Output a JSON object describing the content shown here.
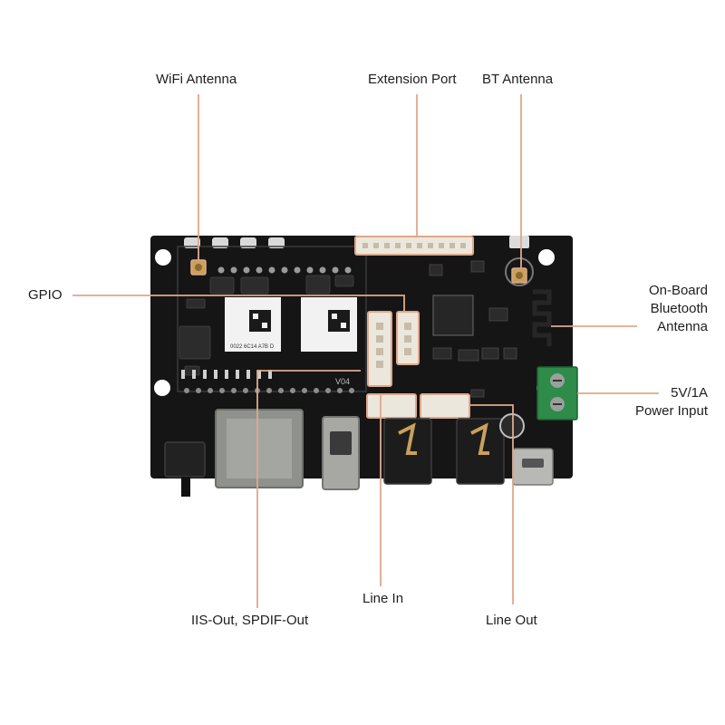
{
  "diagram": {
    "accent_color": "#e0a88a",
    "board_color": "#141414",
    "labels": {
      "wifi_antenna": "WiFi Antenna",
      "extension_port": "Extension Port",
      "bt_antenna": "BT Antenna",
      "gpio": "GPIO",
      "onboard_bt_1": "On-Board",
      "onboard_bt_2": "Bluetooth",
      "onboard_bt_3": "Antenna",
      "power_1": "5V/1A",
      "power_2": "Power Input",
      "line_in": "Line In",
      "iis_spdif": "IIS-Out, SPDIF-Out",
      "line_out": "Line Out"
    },
    "board_text": {
      "module_code": "0022 6C14 A7B D",
      "revision": "V04"
    }
  }
}
